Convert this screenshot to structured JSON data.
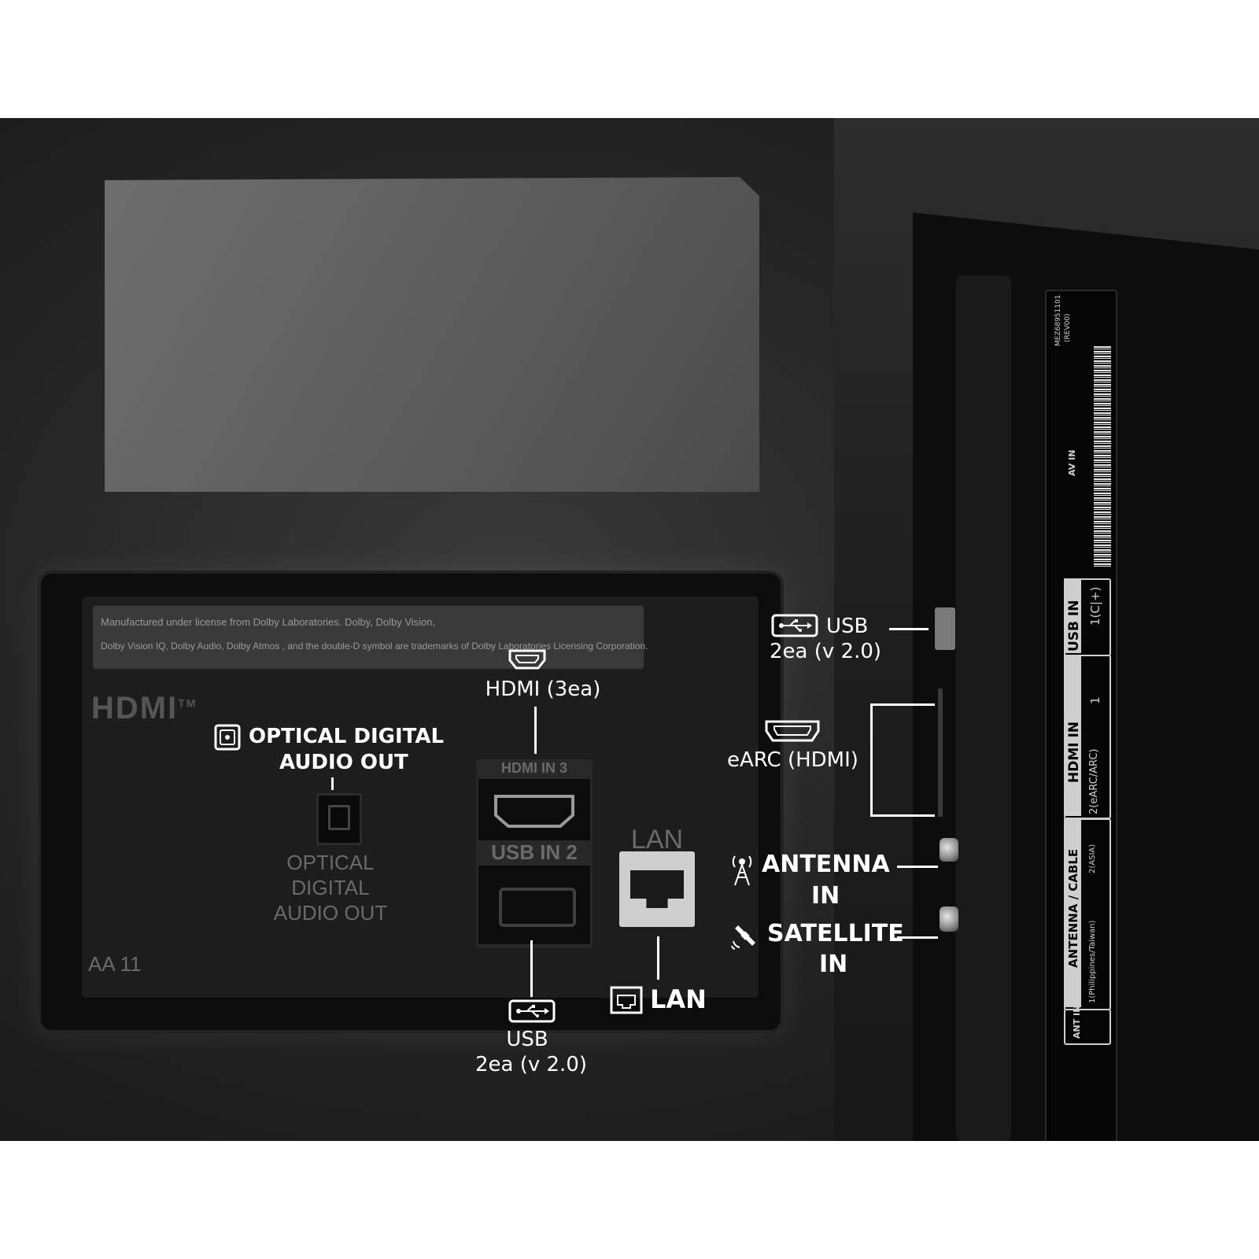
{
  "panel": {
    "dolby_line1": "Manufactured under license from Dolby Laboratories. Dolby, Dolby Vision,",
    "dolby_line2": "Dolby Vision IQ, Dolby Audio, Dolby Atmos , and the double-D symbol are trademarks of Dolby Laboratories Licensing Corporation.",
    "hdmi_logo": "HDMI",
    "hdmi_tm": "TM",
    "optical_engraved": [
      "OPTICAL",
      "DIGITAL",
      "AUDIO OUT"
    ],
    "hdmi_in_3": "HDMI IN 3",
    "usb_in_2": "USB IN 2",
    "lan_engraved": "LAN",
    "model_code": "AA 11"
  },
  "callouts": {
    "hdmi": "HDMI (3ea)",
    "optical_line1": "OPTICAL DIGITAL",
    "optical_line2": "AUDIO OUT",
    "usb_bottom_line1": "USB",
    "usb_bottom_line2": "2ea (v 2.0)",
    "lan": "LAN",
    "usb_side_line1": "USB",
    "usb_side_line2": "2ea (v 2.0)",
    "earc": "eARC (HDMI)",
    "antenna_line1": "ANTENNA",
    "antenna_line2": "IN",
    "satellite_line1": "SATELLITE",
    "satellite_line2": "IN"
  },
  "side_strip": {
    "model": "MEZ68951101",
    "rev": "(REV00)",
    "av_in": "AV IN",
    "usb_in": "USB IN",
    "usb_port": "1(C|+)",
    "hdmi_in": "HDMI IN",
    "hdmi_1": "1",
    "hdmi_2": "2(eARC/ARC)",
    "antenna_cable": "ANTENNA / CABLE",
    "ant_2": "2(ASIA)",
    "ant_1": "1(Philippines/Taiwan)",
    "ant_in": "ANT IN"
  },
  "colors": {
    "callout": "#ffffff",
    "engraved": "#6a6a6a",
    "background": "#1e1e1e"
  }
}
